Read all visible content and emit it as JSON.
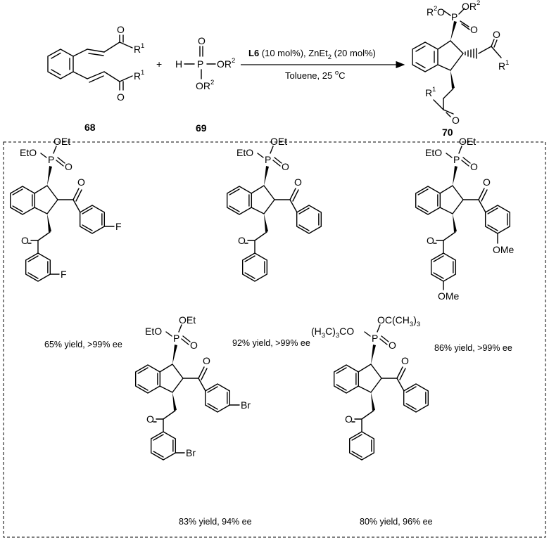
{
  "scheme": {
    "reactant1_label": "68",
    "reactant2_label": "69",
    "product_label": "70",
    "plus": "+",
    "ligand": "L6",
    "conditions_line1_rest": " (10 mol%), ZnEt",
    "conditions_line1_sub": "2",
    "conditions_line1_end": " (20 mol%)",
    "conditions_line2": "Toluene, 25 ",
    "conditions_line2_sup": "o",
    "conditions_line2_end": "C",
    "atoms": {
      "O": "O",
      "R": "R",
      "one": "1",
      "two": "2",
      "H": "H",
      "P": "P",
      "OR": "OR",
      "R2O": "R",
      "R2O_tail": "O"
    }
  },
  "examples": [
    {
      "result": "65% yield, >99% ee",
      "substituent": "F",
      "phosphonate": "OEt"
    },
    {
      "result": "92% yield, >99% ee",
      "substituent": "",
      "phosphonate": "OEt"
    },
    {
      "result": "86% yield, >99% ee",
      "substituent": "OMe",
      "phosphonate": "OEt"
    },
    {
      "result": "83% yield, 94% ee",
      "substituent": "Br",
      "phosphonate": "OEt"
    },
    {
      "result": "80% yield, 96% ee",
      "substituent": "",
      "phosphonate": "OC(CH3)3"
    }
  ],
  "labels": {
    "OEt": "OEt",
    "EtO": "EtO",
    "P": "P",
    "O": "O",
    "F": "F",
    "Br": "Br",
    "OMe": "OMe",
    "tBuO_a": "(H",
    "tBuO_sub3": "3",
    "tBuO_b": "C)",
    "tBuO_c": "CO",
    "OtBu_a": "OC(CH",
    "OtBu_b": ")"
  }
}
